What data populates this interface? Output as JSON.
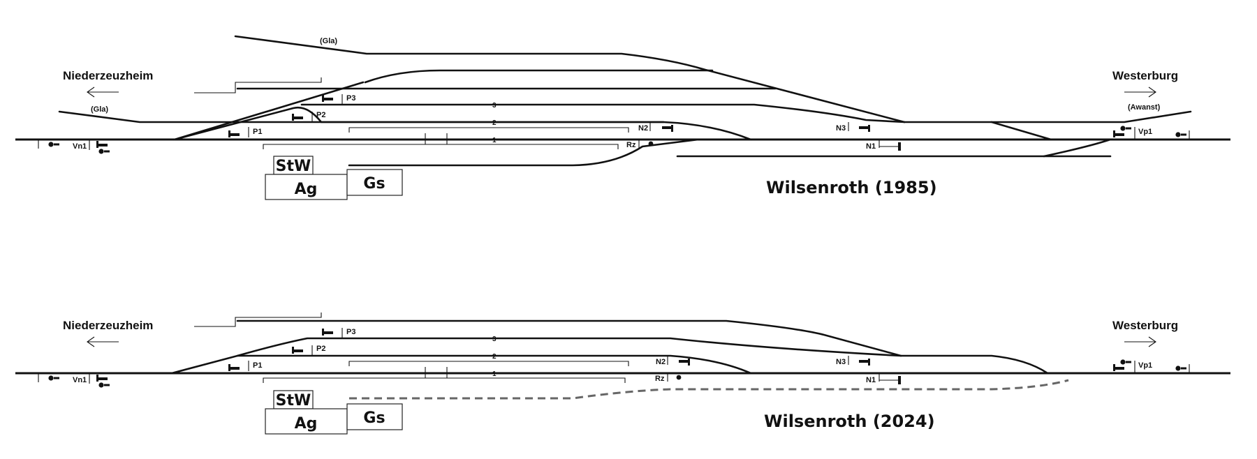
{
  "diagrams": [
    {
      "title": "Wilsenroth (1985)",
      "directions": {
        "left": "Niederzeuzheim",
        "right": "Westerburg"
      },
      "branch_labels": [
        "(Gla)",
        "(Gla)",
        "(Awanst)"
      ],
      "track_numbers": [
        "3",
        "2",
        "1"
      ],
      "signals": [
        "Vn1",
        "P1",
        "P2",
        "P3",
        "N2",
        "Rz",
        "N3",
        "N1",
        "Vp1"
      ],
      "buildings": [
        "StW",
        "Ag",
        "Gs"
      ]
    },
    {
      "title": "Wilsenroth (2024)",
      "directions": {
        "left": "Niederzeuzheim",
        "right": "Westerburg"
      },
      "track_numbers": [
        "3",
        "2",
        "1"
      ],
      "signals": [
        "Vn1",
        "P1",
        "P2",
        "P3",
        "N2",
        "Rz",
        "N3",
        "N1",
        "Vp1"
      ],
      "buildings": [
        "StW",
        "Ag",
        "Gs"
      ]
    }
  ]
}
